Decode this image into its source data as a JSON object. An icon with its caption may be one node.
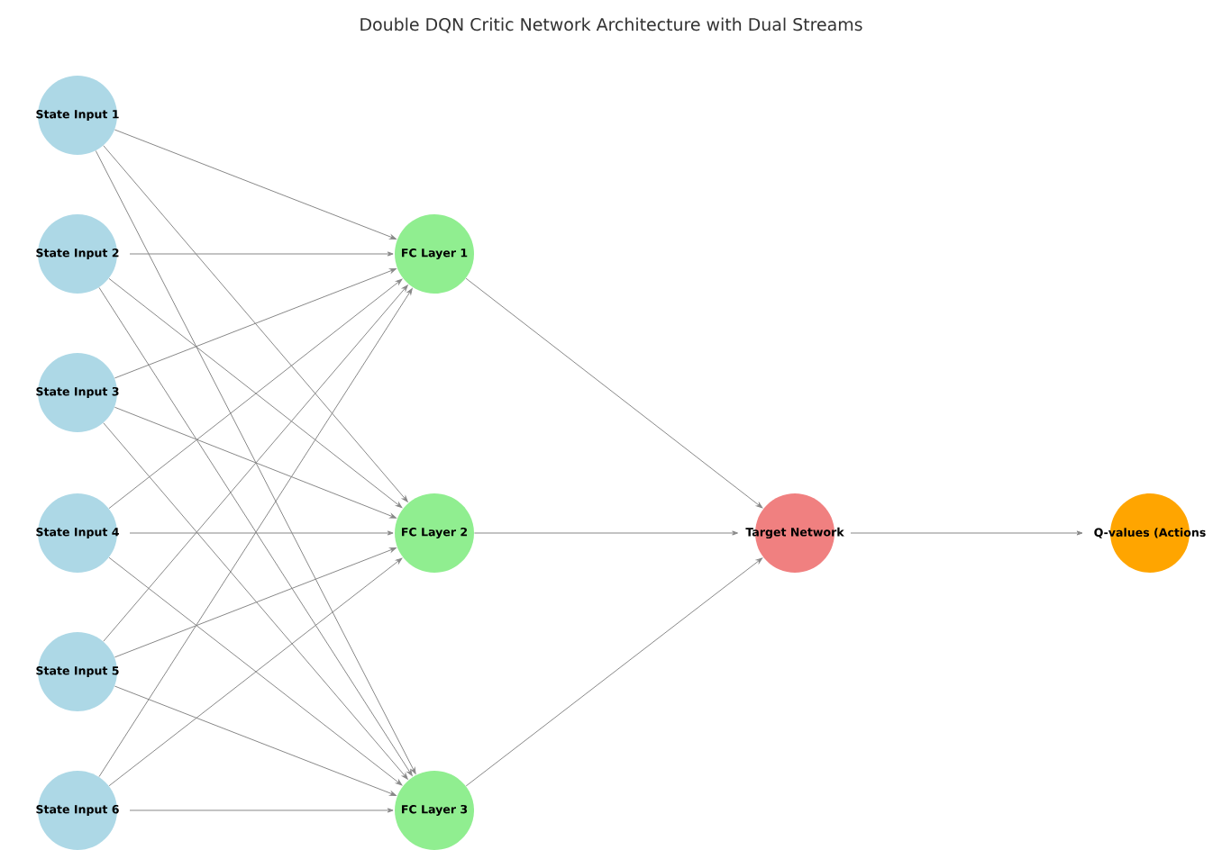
{
  "diagram": {
    "title": "Double DQN Critic Network Architecture with Dual Streams",
    "nodes": [
      {
        "text": [
          "State Input 1"
        ]
      },
      {
        "text": [
          "State Input 2"
        ]
      },
      {
        "text": [
          "State Input 3"
        ]
      },
      {
        "text": [
          "State Input 4"
        ]
      },
      {
        "text": [
          "State Input 5"
        ]
      },
      {
        "text": [
          "State Input 6"
        ]
      },
      {
        "text": [
          "FC Layer 1"
        ]
      },
      {
        "text": [
          "FC Layer 2"
        ]
      },
      {
        "text": [
          "FC Layer 3"
        ]
      },
      {
        "text": [
          "Target Network"
        ]
      },
      {
        "text": [
          "Q-values (Actions"
        ]
      }
    ],
    "edges": [
      {
        "from": 0,
        "to": 6,
        "arrow": "to"
      },
      {
        "from": 0,
        "to": 7,
        "arrow": "to"
      },
      {
        "from": 0,
        "to": 8,
        "arrow": "to"
      },
      {
        "from": 1,
        "to": 6,
        "arrow": "to"
      },
      {
        "from": 1,
        "to": 7,
        "arrow": "to"
      },
      {
        "from": 1,
        "to": 8,
        "arrow": "to"
      },
      {
        "from": 2,
        "to": 6,
        "arrow": "to"
      },
      {
        "from": 2,
        "to": 7,
        "arrow": "to"
      },
      {
        "from": 2,
        "to": 8,
        "arrow": "to"
      },
      {
        "from": 3,
        "to": 6,
        "arrow": "to"
      },
      {
        "from": 3,
        "to": 7,
        "arrow": "to"
      },
      {
        "from": 3,
        "to": 8,
        "arrow": "to"
      },
      {
        "from": 4,
        "to": 6,
        "arrow": "to"
      },
      {
        "from": 4,
        "to": 7,
        "arrow": "to"
      },
      {
        "from": 4,
        "to": 8,
        "arrow": "to"
      },
      {
        "from": 5,
        "to": 6,
        "arrow": "to"
      },
      {
        "from": 5,
        "to": 7,
        "arrow": "to"
      },
      {
        "from": 5,
        "to": 8,
        "arrow": "to"
      },
      {
        "from": 6,
        "to": 9,
        "arrow": "to"
      },
      {
        "from": 7,
        "to": 9,
        "arrow": "to"
      },
      {
        "from": 8,
        "to": 9,
        "arrow": "to"
      },
      {
        "from": 9,
        "to": 10,
        "arrow": "to"
      }
    ]
  }
}
